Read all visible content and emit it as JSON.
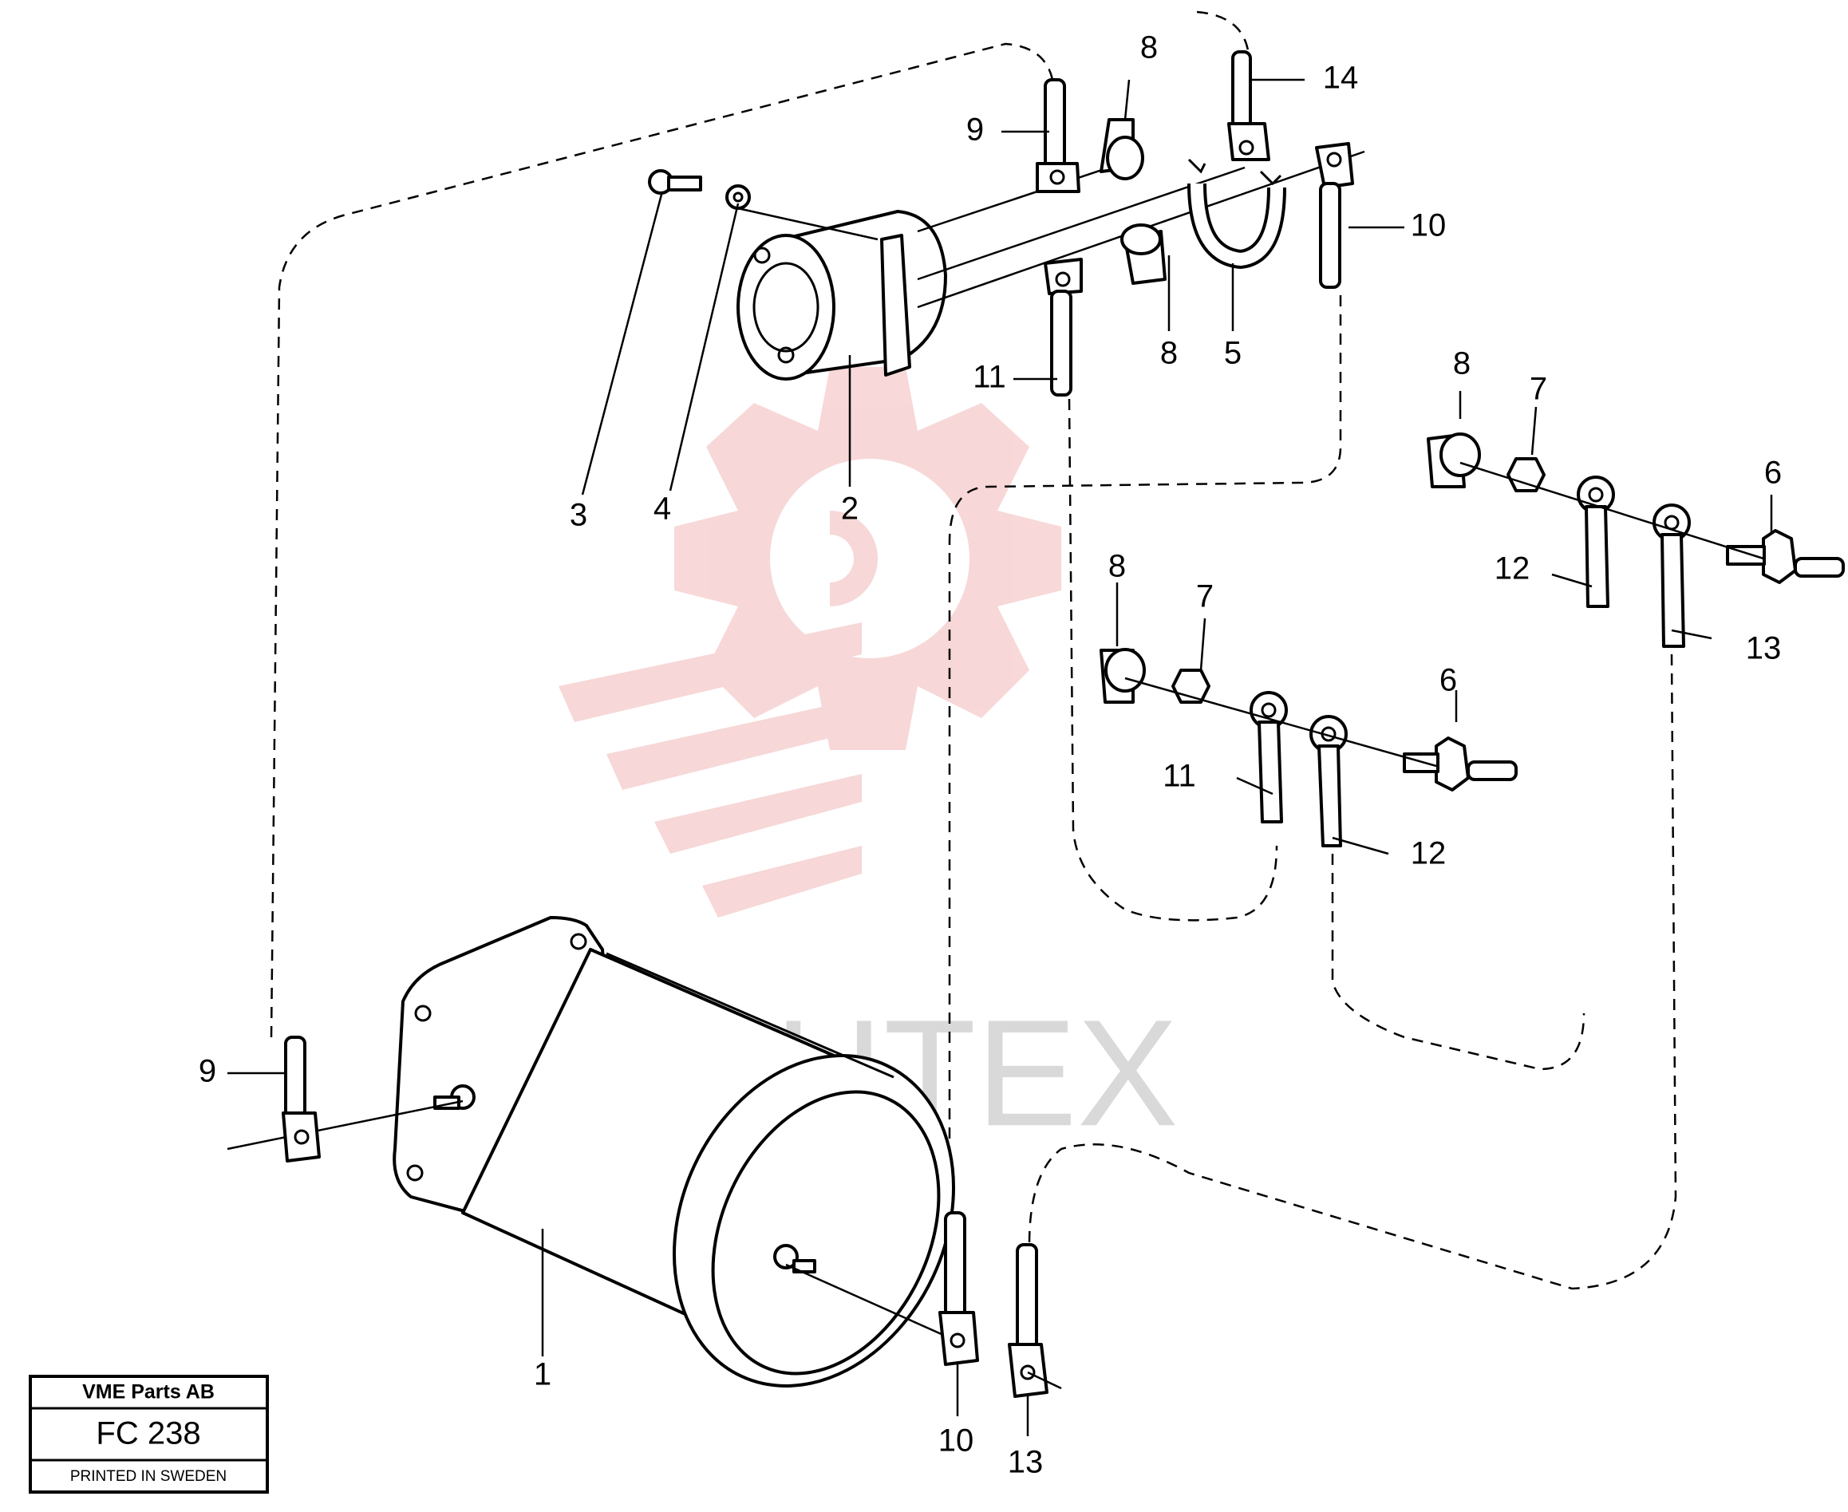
{
  "title_block": {
    "company": "VME Parts AB",
    "code": "FC 238",
    "printed": "PRINTED IN SWEDEN"
  },
  "watermark": {
    "text": "ИНТЕХ",
    "color": "#f2b8b8"
  },
  "callouts": {
    "c1": "1",
    "c2": "2",
    "c3": "3",
    "c4": "4",
    "c5": "5",
    "c6a": "6",
    "c6b": "6",
    "c7a": "7",
    "c7b": "7",
    "c8a": "8",
    "c8b": "8",
    "c8c": "8",
    "c8d": "8",
    "c9a": "9",
    "c9b": "9",
    "c10a": "10",
    "c10b": "10",
    "c11a": "11",
    "c11b": "11",
    "c12a": "12",
    "c12b": "12",
    "c13a": "13",
    "c13b": "13",
    "c14": "14"
  }
}
